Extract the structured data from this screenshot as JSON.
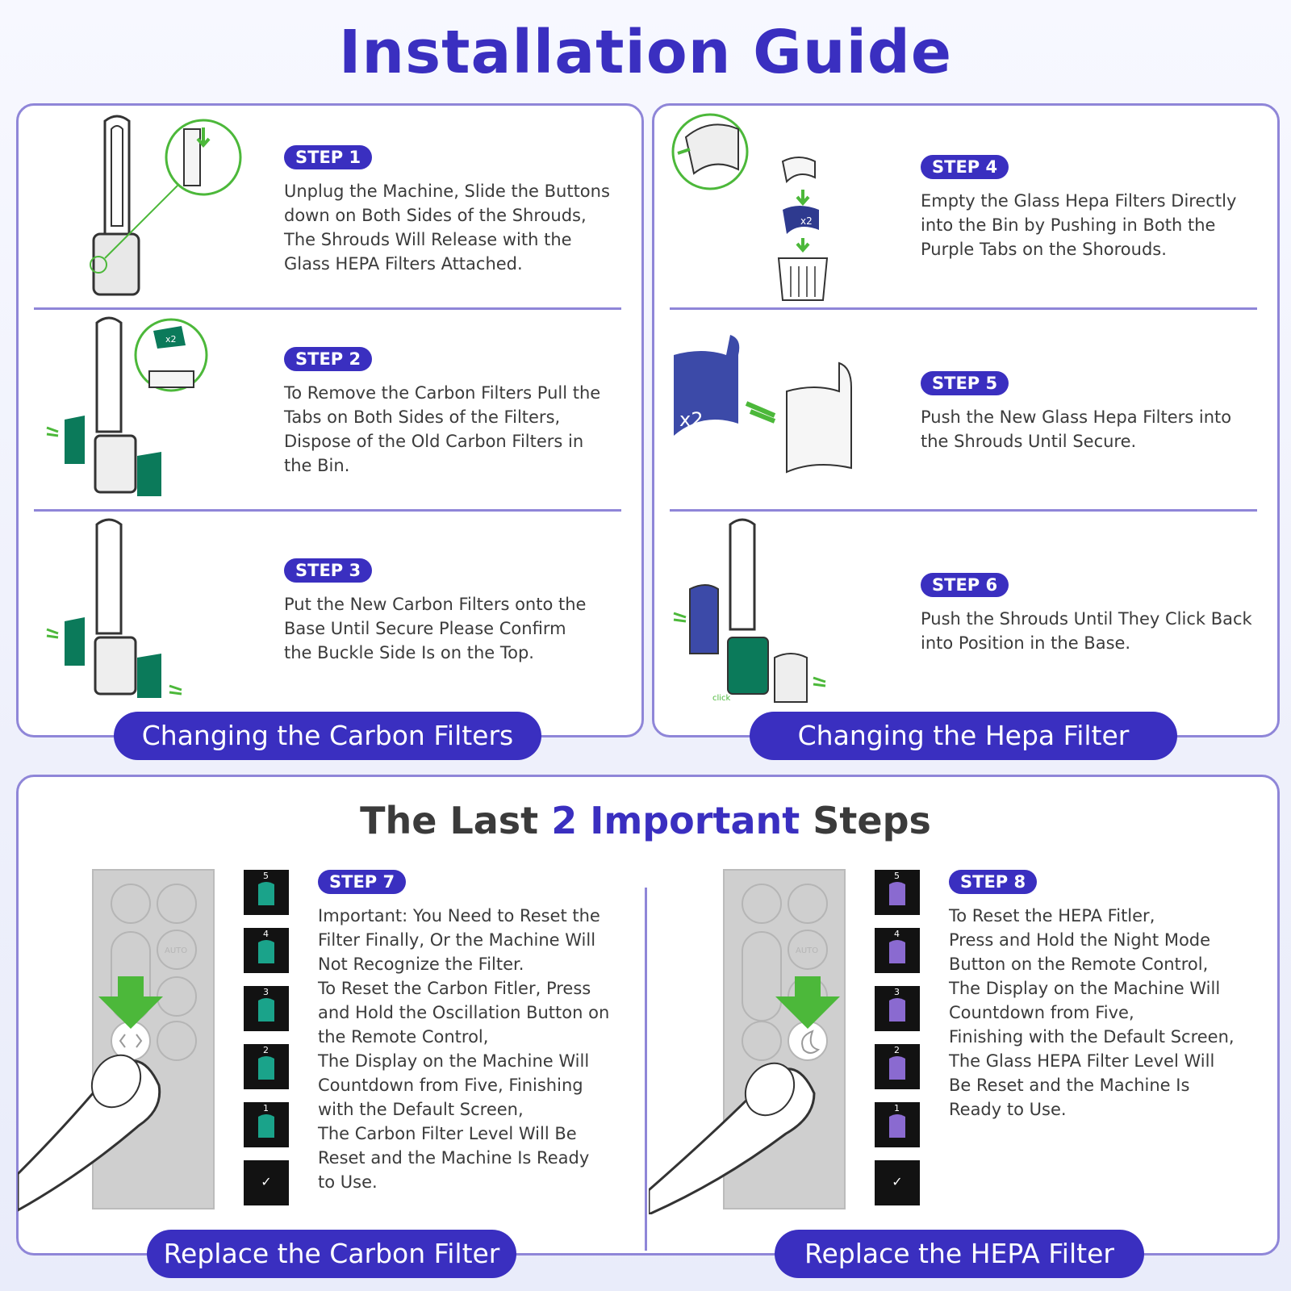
{
  "title": "Installation Guide",
  "carbon_section": {
    "banner": "Changing the Carbon Filters",
    "steps": [
      {
        "label": "STEP 1",
        "text": "Unplug the Machine, Slide the Buttons\ndown on Both Sides of the Shrouds,\nThe Shrouds Will Release with the\nGlass HEPA Filters Attached."
      },
      {
        "label": "STEP 2",
        "text": "To Remove the Carbon Filters Pull the\nTabs on Both Sides of the Filters,\nDispose of the Old Carbon Filters in\nthe Bin."
      },
      {
        "label": "STEP 3",
        "text": "Put the New Carbon Filters onto the\nBase Until Secure Please Confirm\nthe Buckle Side Is on the Top."
      }
    ]
  },
  "hepa_section": {
    "banner": "Changing the Hepa Filter",
    "steps": [
      {
        "label": "STEP 4",
        "text": "Empty the Glass Hepa Filters Directly\ninto the Bin by Pushing in Both the\nPurple Tabs on the Shorouds."
      },
      {
        "label": "STEP 5",
        "text": "Push the New Glass Hepa Filters into\nthe Shrouds Until Secure."
      },
      {
        "label": "STEP 6",
        "text": "Push the Shrouds Until They Click Back\ninto Position in the Base."
      }
    ]
  },
  "last_steps": {
    "title_prefix": "The Last ",
    "title_highlight": "2 Important",
    "title_suffix": " Steps",
    "step7": {
      "label": "STEP 7",
      "text": "Important: You Need to Reset the\nFilter Finally, Or the Machine Will\nNot Recognize the Filter.\nTo Reset the Carbon Fitler, Press\nand Hold the Oscillation Button on\nthe Remote Control,\nThe Display on the Machine Will\nCountdown from Five, Finishing\nwith the Default Screen,\nThe Carbon Filter Level Will Be\nReset and the Machine Is Ready\nto Use.",
      "banner": "Replace the Carbon Filter"
    },
    "step8": {
      "label": "STEP 8",
      "text": "To Reset the HEPA Fitler,\nPress and Hold the Night Mode\nButton on the Remote Control,\nThe Display on the Machine Will\nCountdown from Five,\nFinishing with the Default Screen,\nThe Glass HEPA Filter Level Will\nBe Reset and the Machine Is\nReady to Use.",
      "banner": "Replace the HEPA Filter"
    },
    "countdown": [
      "5",
      "4",
      "3",
      "2",
      "1"
    ],
    "done_mark": "✓",
    "remote_auto_label": "AUTO"
  },
  "illustration_labels": {
    "x2": "x2",
    "click": "click"
  },
  "colors": {
    "brand": "#3a2fc0",
    "border": "#8f86d8",
    "carbon_green": "#0b7a5a",
    "hepa_blue": "#3c4aa8",
    "arrow_green": "#4cb83a"
  },
  "icons": [
    "purifier-tower-icon",
    "carbon-filter-icon",
    "hepa-filter-icon",
    "shroud-icon",
    "bin-icon",
    "arrow-icon",
    "remote-control-icon",
    "finger-icon",
    "check-icon",
    "oscillation-icon",
    "night-mode-icon"
  ]
}
